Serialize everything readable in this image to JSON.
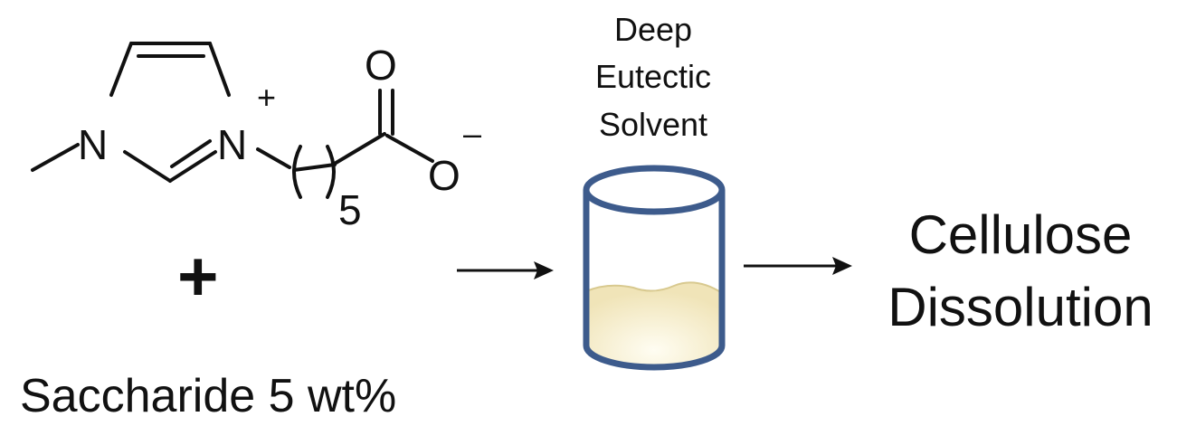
{
  "reactant": {
    "atoms": {
      "n1": "N",
      "n2": "N",
      "plus_charge": "+",
      "minus_charge": "–",
      "o_top": "O",
      "o_bottom": "O",
      "subscript": "5"
    },
    "plus_sign": "+",
    "additive": "Saccharide 5 wt%"
  },
  "vessel": {
    "label_lines": [
      "Deep",
      "Eutectic",
      "Solvent"
    ],
    "outline_color": "#3d5b8c",
    "liquid_color": "#f6efcf"
  },
  "result": {
    "lines": [
      "Cellulose",
      "Dissolution"
    ]
  }
}
